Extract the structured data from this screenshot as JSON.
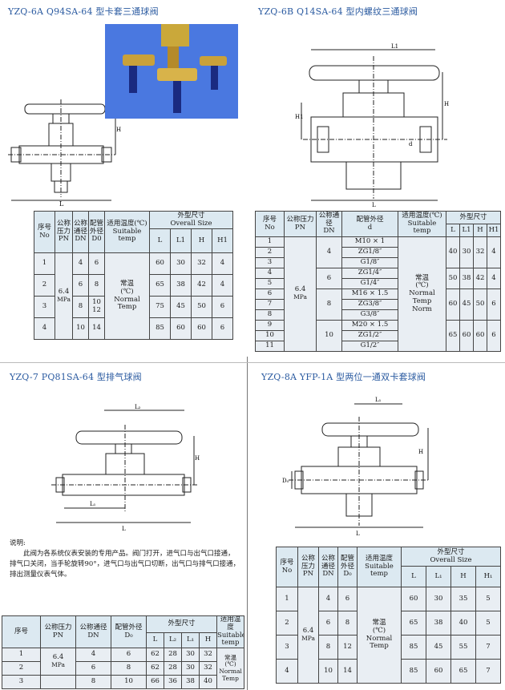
{
  "sections": {
    "s1": {
      "title": "YZQ-6A Q94SA-64 型卡套三通球阀",
      "dims": {
        "H": "H",
        "L": "L"
      },
      "table": {
        "h_no": "序号",
        "h_no_en": "No",
        "h_pn": "公称压力",
        "h_pn_en": "PN",
        "h_dn": "公称通径",
        "h_dn_en": "DN",
        "h_d0": "配管外径",
        "h_d0_en": "D0",
        "h_temp": "适用温度(℃)",
        "h_temp_en": "Suitable temp",
        "h_size": "外型尺寸",
        "h_size_en": "Overall Size",
        "h_l": "L",
        "h_l1": "L1",
        "h_h": "H",
        "h_h1": "H1",
        "pn": "6.4",
        "pn_unit": "MPa",
        "temp_cn": "常温",
        "temp_c": "(℃)",
        "temp_en1": "Normal",
        "temp_en2": "Temp",
        "rows": [
          {
            "no": "1",
            "dn": "4",
            "d0": [
              "6"
            ],
            "l": "60",
            "l1": "30",
            "h": "32",
            "h1": "4"
          },
          {
            "no": "2",
            "dn": "6",
            "d0": [
              "8"
            ],
            "l": "65",
            "l1": "38",
            "h": "42",
            "h1": "4"
          },
          {
            "no": "3",
            "dn": "8",
            "d0": [
              "10",
              "12"
            ],
            "l": "75",
            "l1": "45",
            "h": "50",
            "h1": "6"
          },
          {
            "no": "4",
            "dn": "10",
            "d0": [
              "14"
            ],
            "l": "85",
            "l1": "60",
            "h": "60",
            "h1": "6"
          }
        ]
      }
    },
    "s2": {
      "title": "YZQ-6B Q14SA-64 型内螺纹三通球阀",
      "dims": {
        "L1": "L1",
        "H": "H",
        "H1": "H1",
        "d": "d",
        "L": "L"
      },
      "table": {
        "h_no": "序号",
        "h_no_en": "No",
        "h_pn": "公称压力",
        "h_pn_en": "PN",
        "h_dn": "公称通径",
        "h_dn_en": "DN",
        "h_d": "配管外径",
        "h_d_en": "d",
        "h_temp": "适用温度(℃)",
        "h_temp_en": "Suitable temp",
        "h_size": "外型尺寸",
        "h_l": "L",
        "h_l1": "L1",
        "h_h": "H",
        "h_h1": "H1",
        "pn": "6.4",
        "pn_unit": "MPa",
        "temp_cn": "常温",
        "temp_c": "(℃)",
        "temp_en1": "Normal",
        "temp_en2": "Temp",
        "temp_en3": "Norm",
        "rows": [
          {
            "no": "1",
            "d": "M10 × 1"
          },
          {
            "no": "2",
            "d": "ZG1/8″"
          },
          {
            "no": "3",
            "d": "G1/8″"
          },
          {
            "no": "4",
            "d": "ZG1/4″"
          },
          {
            "no": "5",
            "d": "G1/4″"
          },
          {
            "no": "6",
            "d": "M16 × 1.5"
          },
          {
            "no": "7",
            "d": "ZG3/8″"
          },
          {
            "no": "8",
            "d": "G3/8″"
          },
          {
            "no": "9",
            "d": "M20 × 1.5"
          },
          {
            "no": "10",
            "d": "ZG1/2″"
          },
          {
            "no": "11",
            "d": "G1/2″"
          }
        ],
        "groups": [
          {
            "dn": "4",
            "l": "40",
            "l1": "30",
            "h": "32",
            "h1": "4"
          },
          {
            "dn": "6",
            "l": "50",
            "l1": "38",
            "h": "42",
            "h1": "4"
          },
          {
            "dn": "8",
            "l": "60",
            "l1": "45",
            "h": "50",
            "h1": "6"
          },
          {
            "dn": "10",
            "l": "65",
            "l1": "60",
            "h": "60",
            "h1": "6"
          }
        ]
      }
    },
    "s3": {
      "title": "YZQ-7 PQ81SA-64 型排气球阀",
      "dims": {
        "L2": "L₂",
        "H": "H",
        "L1": "L₁",
        "L": "L"
      },
      "note_title": "说明:",
      "note_body": "此阀为各系统仪表安装的专用产品。阀门打开，进气口与出气口接通，排气口关闭，当手轮旋转90°，进气口与出气口切断，出气口与排气口接通，排出测量仪表气体。",
      "table": {
        "h_no": "序号",
        "h_pn": "公称压力",
        "h_pn_en": "PN",
        "h_dn": "公称通径",
        "h_dn_en": "DN",
        "h_d0": "配管外径",
        "h_d0_en": "D₀",
        "h_size": "外型尺寸",
        "h_temp": "适用温度",
        "h_temp_en": "Suitable temp",
        "h_l": "L",
        "h_l2": "L₂",
        "h_l1": "L₁",
        "h_h": "H",
        "pn": "6.4",
        "pn_unit": "MPa",
        "temp_cn": "常温",
        "temp_c": "(℃)",
        "temp_en1": "Normal",
        "temp_en2": "Temp",
        "rows": [
          {
            "no": "1",
            "dn": "4",
            "d0": "6",
            "l": "62",
            "l2": "28",
            "l1": "30",
            "h": "32"
          },
          {
            "no": "2",
            "dn": "6",
            "d0": "8",
            "l": "62",
            "l2": "28",
            "l1": "30",
            "h": "32"
          },
          {
            "no": "3",
            "dn": "8",
            "d0": "10",
            "l": "66",
            "l2": "36",
            "l1": "38",
            "h": "40"
          }
        ]
      }
    },
    "s4": {
      "title": "YZQ-8A YFP-1A 型两位一通双卡套球阀",
      "dims": {
        "L1": "L₁",
        "H": "H",
        "D0": "D₀",
        "L": "L"
      },
      "table": {
        "h_no": "序号",
        "h_no_en": "No",
        "h_pn": "公称压力",
        "h_pn_en": "PN",
        "h_dn": "公称通径",
        "h_dn_en": "DN",
        "h_d0": "配管外径",
        "h_d0_en": "D₀",
        "h_temp": "适用温度",
        "h_temp_en": "Suitable temp",
        "h_size": "外型尺寸",
        "h_size_en": "Overall Size",
        "h_l": "L",
        "h_l1": "L₁",
        "h_h": "H",
        "h_h1": "H₁",
        "pn": "6.4",
        "pn_unit": "MPa",
        "temp_cn": "常温",
        "temp_c": "(℃)",
        "temp_en1": "Normal",
        "temp_en2": "Temp",
        "rows": [
          {
            "no": "1",
            "dn": "4",
            "d0": "6",
            "l": "60",
            "l1": "30",
            "h": "35",
            "h1": "5"
          },
          {
            "no": "2",
            "dn": "6",
            "d0": "8",
            "l": "65",
            "l1": "38",
            "h": "40",
            "h1": "5"
          },
          {
            "no": "3",
            "dn": "8",
            "d0": "12",
            "l": "85",
            "l1": "45",
            "h": "55",
            "h1": "7"
          },
          {
            "no": "4",
            "dn": "10",
            "d0": "14",
            "l": "85",
            "l1": "60",
            "h": "65",
            "h1": "7"
          }
        ]
      }
    }
  }
}
